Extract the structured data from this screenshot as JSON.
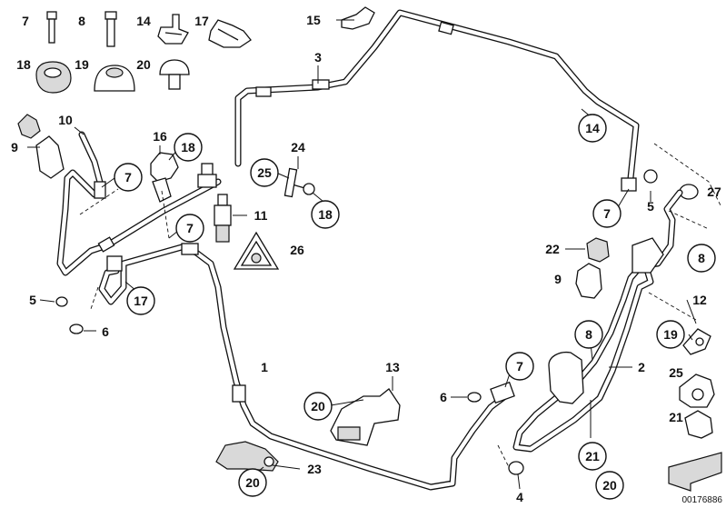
{
  "plain_labels": [
    {
      "id": "p7a",
      "text": "7"
    },
    {
      "id": "p8a",
      "text": "8"
    },
    {
      "id": "p14a",
      "text": "14"
    },
    {
      "id": "p17a",
      "text": "17"
    },
    {
      "id": "p18a",
      "text": "18"
    },
    {
      "id": "p19a",
      "text": "19"
    },
    {
      "id": "p20a",
      "text": "20"
    },
    {
      "id": "p15",
      "text": "15"
    },
    {
      "id": "p3",
      "text": "3"
    },
    {
      "id": "p10",
      "text": "10"
    },
    {
      "id": "p9a",
      "text": "9"
    },
    {
      "id": "p16",
      "text": "16"
    },
    {
      "id": "p24",
      "text": "24"
    },
    {
      "id": "p11",
      "text": "11"
    },
    {
      "id": "p26",
      "text": "26"
    },
    {
      "id": "p5a",
      "text": "5"
    },
    {
      "id": "p6a",
      "text": "6"
    },
    {
      "id": "p1",
      "text": "1"
    },
    {
      "id": "p13",
      "text": "13"
    },
    {
      "id": "p6b",
      "text": "6"
    },
    {
      "id": "p23",
      "text": "23"
    },
    {
      "id": "p4",
      "text": "4"
    },
    {
      "id": "p2",
      "text": "2"
    },
    {
      "id": "p27",
      "text": "27"
    },
    {
      "id": "p5b",
      "text": "5"
    },
    {
      "id": "p22",
      "text": "22"
    },
    {
      "id": "p9b",
      "text": "9"
    },
    {
      "id": "p12",
      "text": "12"
    },
    {
      "id": "p25b",
      "text": "25"
    },
    {
      "id": "p21b",
      "text": "21"
    }
  ],
  "callouts": [
    {
      "id": "c14a",
      "text": "14"
    },
    {
      "id": "c18a",
      "text": "18"
    },
    {
      "id": "c7a",
      "text": "7"
    },
    {
      "id": "c25",
      "text": "25"
    },
    {
      "id": "c18b",
      "text": "18"
    },
    {
      "id": "c7b",
      "text": "7"
    },
    {
      "id": "c17",
      "text": "17"
    },
    {
      "id": "c7c",
      "text": "7"
    },
    {
      "id": "c8a",
      "text": "8"
    },
    {
      "id": "c19",
      "text": "19"
    },
    {
      "id": "c8b",
      "text": "8"
    },
    {
      "id": "c7d",
      "text": "7"
    },
    {
      "id": "c20a",
      "text": "20"
    },
    {
      "id": "c21",
      "text": "21"
    },
    {
      "id": "c20b",
      "text": "20"
    },
    {
      "id": "c20c",
      "text": "20"
    }
  ],
  "reference_number": "00176886"
}
